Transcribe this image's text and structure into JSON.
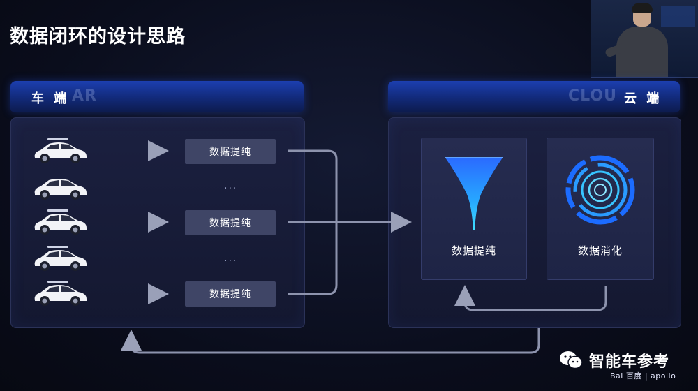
{
  "title": "数据闭环的设计思路",
  "left_panel": {
    "label": "车 端",
    "ghost_text": "AR"
  },
  "right_panel": {
    "label": "云 端",
    "ghost_text": "CLOU"
  },
  "process_label": "数据提纯",
  "ellipsis": "...",
  "cloud_cards": [
    {
      "label": "数据提纯",
      "icon": "funnel-icon"
    },
    {
      "label": "数据消化",
      "icon": "circular-gauge-icon"
    }
  ],
  "watermark": {
    "name": "智能车参考",
    "logos_text": "Bai 百度 | apollo"
  },
  "colors": {
    "accent_blue": "#1c3fb0",
    "arrow_gray": "#8d93ad",
    "panel_bg": "#1b2040"
  }
}
